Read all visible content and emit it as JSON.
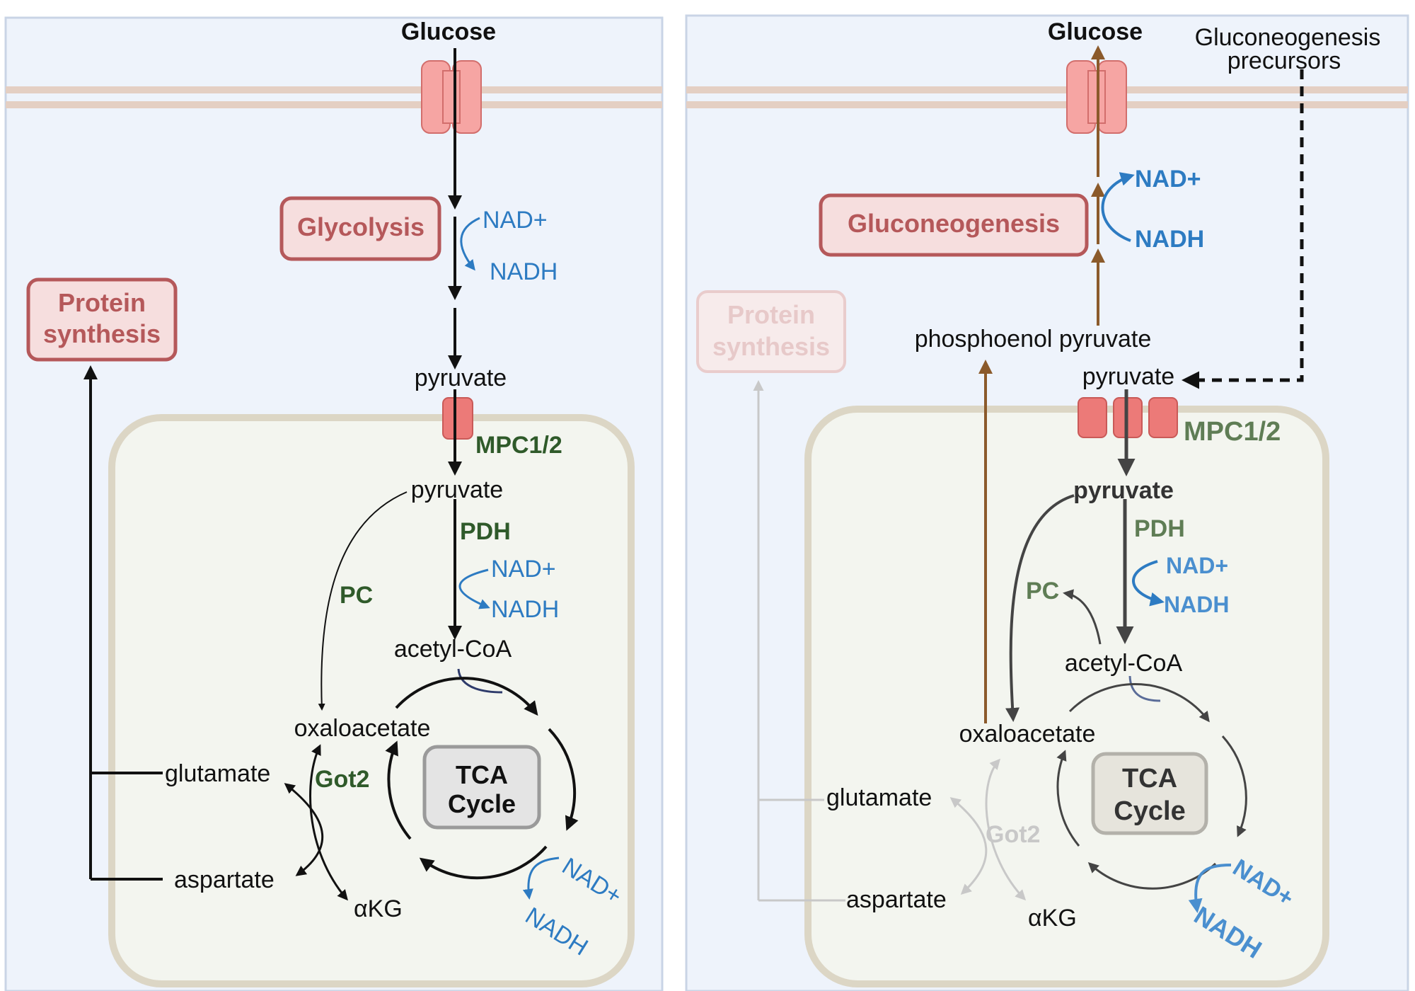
{
  "colors": {
    "panel_bg": "#eef3fb",
    "panel_border": "#c9d4e6",
    "membrane": "#e4cfc3",
    "mito_bg": "#f3f5ef",
    "mito_border": "#dcd6c5",
    "transporter": "#f6a5a3",
    "red_label": "#b5585a",
    "green_label": "#2f5a2a",
    "blue_label": "#2d7bc2",
    "brown_arrow": "#8b5a2b"
  },
  "left": {
    "glucose": "Glucose",
    "glycolysis": "Glycolysis",
    "nad_plus_1": "NAD+",
    "nadh_1": "NADH",
    "protein_synthesis_1": "Protein",
    "protein_synthesis_2": "synthesis",
    "pyruvate_cyto": "pyruvate",
    "mpc": "MPC1/2",
    "pyruvate_mito": "pyruvate",
    "pdh": "PDH",
    "nad_plus_2": "NAD+",
    "nadh_2": "NADH",
    "pc": "PC",
    "acetyl_coa": "acetyl-CoA",
    "oxaloacetate": "oxaloacetate",
    "tca_1": "TCA",
    "tca_2": "Cycle",
    "glutamate": "glutamate",
    "got2": "Got2",
    "aspartate": "aspartate",
    "akg": "αKG",
    "nad_plus_3": "NAD+",
    "nadh_3": "NADH"
  },
  "right": {
    "glucose": "Glucose",
    "precursors_1": "Gluconeogenesis",
    "precursors_2": "precursors",
    "gluconeogenesis": "Gluconeogenesis",
    "nad_plus_1": "NAD+",
    "nadh_1": "NADH",
    "protein_synthesis_1": "Protein",
    "protein_synthesis_2": "synthesis",
    "pep": "phosphoenol pyruvate",
    "pyruvate_cyto": "pyruvate",
    "mpc": "MPC1/2",
    "pyruvate_mito": "pyruvate",
    "pdh": "PDH",
    "nad_plus_2": "NAD+",
    "nadh_2": "NADH",
    "pc": "PC",
    "acetyl_coa": "acetyl-CoA",
    "oxaloacetate": "oxaloacetate",
    "tca_1": "TCA",
    "tca_2": "Cycle",
    "glutamate": "glutamate",
    "got2": "Got2",
    "aspartate": "aspartate",
    "akg": "αKG",
    "nad_plus_3": "NAD+",
    "nadh_3": "NADH"
  }
}
